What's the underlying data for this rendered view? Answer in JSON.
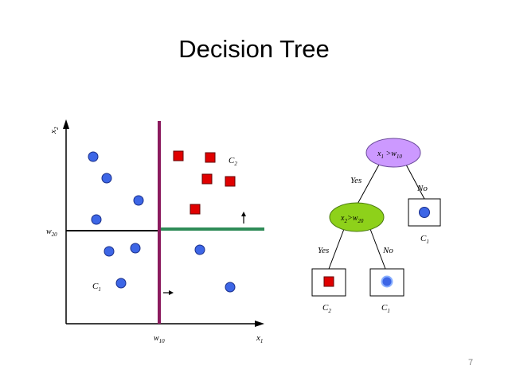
{
  "slide": {
    "title": "Decision Tree",
    "page_number": "7"
  },
  "plot": {
    "x_axis_label": "x",
    "x_axis_sub": "1",
    "y_axis_label": "x",
    "y_axis_sub": "2",
    "w10_label": "w",
    "w10_sub": "10",
    "w20_label": "w",
    "w20_sub": "20",
    "c1_label": "C",
    "c1_sub": "1",
    "c2_label": "C",
    "c2_sub": "2",
    "colors": {
      "circle": "#3d66e6",
      "square": "#e00000",
      "vertical_split": "#8b1a5e",
      "horizontal_split": "#2e8b57",
      "axes": "#000000"
    }
  },
  "tree": {
    "root": {
      "text": "x",
      "sub1": "1",
      "op": " >w",
      "sub2": "10",
      "color": "#cc99ff"
    },
    "root_yes": "Yes",
    "root_no": "No",
    "child": {
      "text": "x",
      "sub1": "2",
      "op": ">w",
      "sub2": "20",
      "color": "#8ed11a"
    },
    "child_yes": "Yes",
    "child_no": "No",
    "leaf_right": {
      "class": "C",
      "sub": "1",
      "shape": "circle"
    },
    "leaf_left": {
      "class": "C",
      "sub": "2",
      "shape": "square"
    },
    "leaf_mid": {
      "class": "C",
      "sub": "1",
      "shape": "circle"
    }
  }
}
